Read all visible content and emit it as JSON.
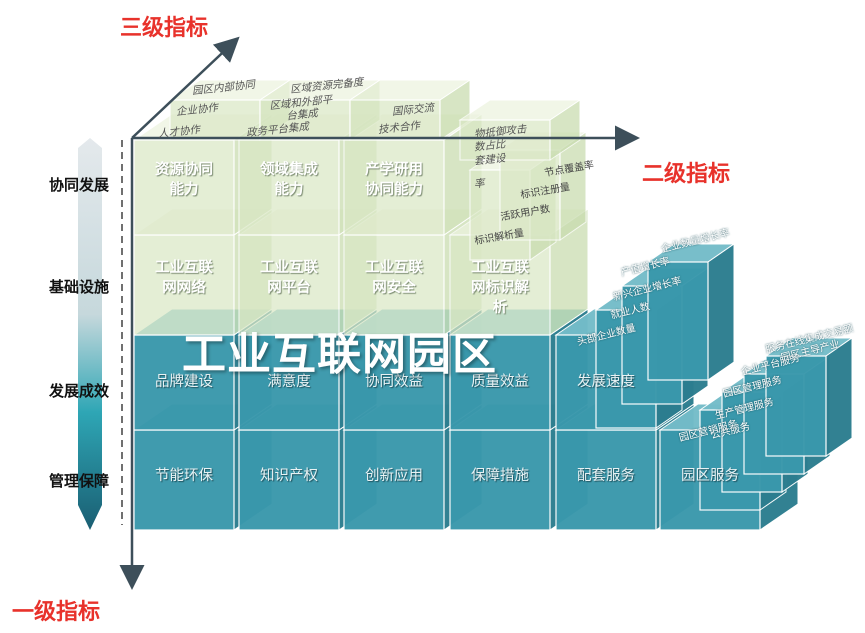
{
  "axes": {
    "level3": "三级指标",
    "level2": "二级指标",
    "level1": "一级指标"
  },
  "level1_items": [
    "协同发展",
    "基础设施",
    "发展成效",
    "管理保障"
  ],
  "main_title": "工业互联网园区",
  "rows": {
    "xietong": [
      "资源协同\n能力",
      "领域集成\n能力",
      "产学研用\n协同能力"
    ],
    "jichu": [
      "工业互联\n网网络",
      "工业互联\n网平台",
      "工业互联\n网安全",
      "工业互联\n网标识解\n析"
    ],
    "chengxiao": [
      "品牌建设",
      "满意度",
      "协同效益",
      "质量效益",
      "发展速度"
    ],
    "baozhang": [
      "节能环保",
      "知识产权",
      "创新应用",
      "保障措施",
      "配套服务",
      "园区服务"
    ]
  },
  "third_level_top": [
    "园区内部协同",
    "区域资源完备度",
    "企业协作",
    "区域和外部平\n台集成",
    "人才协作",
    "政务平台集成",
    "国际交流",
    "技术合作",
    "物抵御攻击",
    "数占比",
    "套建设",
    "率"
  ],
  "third_level_side": [
    "节点覆盖率",
    "标识注册量",
    "活跃用户数",
    "标识解析量",
    "企业数量增长率",
    "产值增长率",
    "新兴企业增长率",
    "就业人数",
    "头部企业数量",
    "服务在线集成交易额",
    "园区主导产业",
    "企业平台服务",
    "园区管理服务",
    "生产管理服务",
    "公共服务",
    "园区营销服务"
  ],
  "colors": {
    "teal_front": "#3a98ac",
    "teal_top": "#74bcc9",
    "teal_side": "#2c7d8f",
    "green_front": "#dbe8c6",
    "green_top": "#ecf3df",
    "green_side": "#c8dcae",
    "axis_red": "#e8322b",
    "axis_line": "#3d4f5a"
  }
}
